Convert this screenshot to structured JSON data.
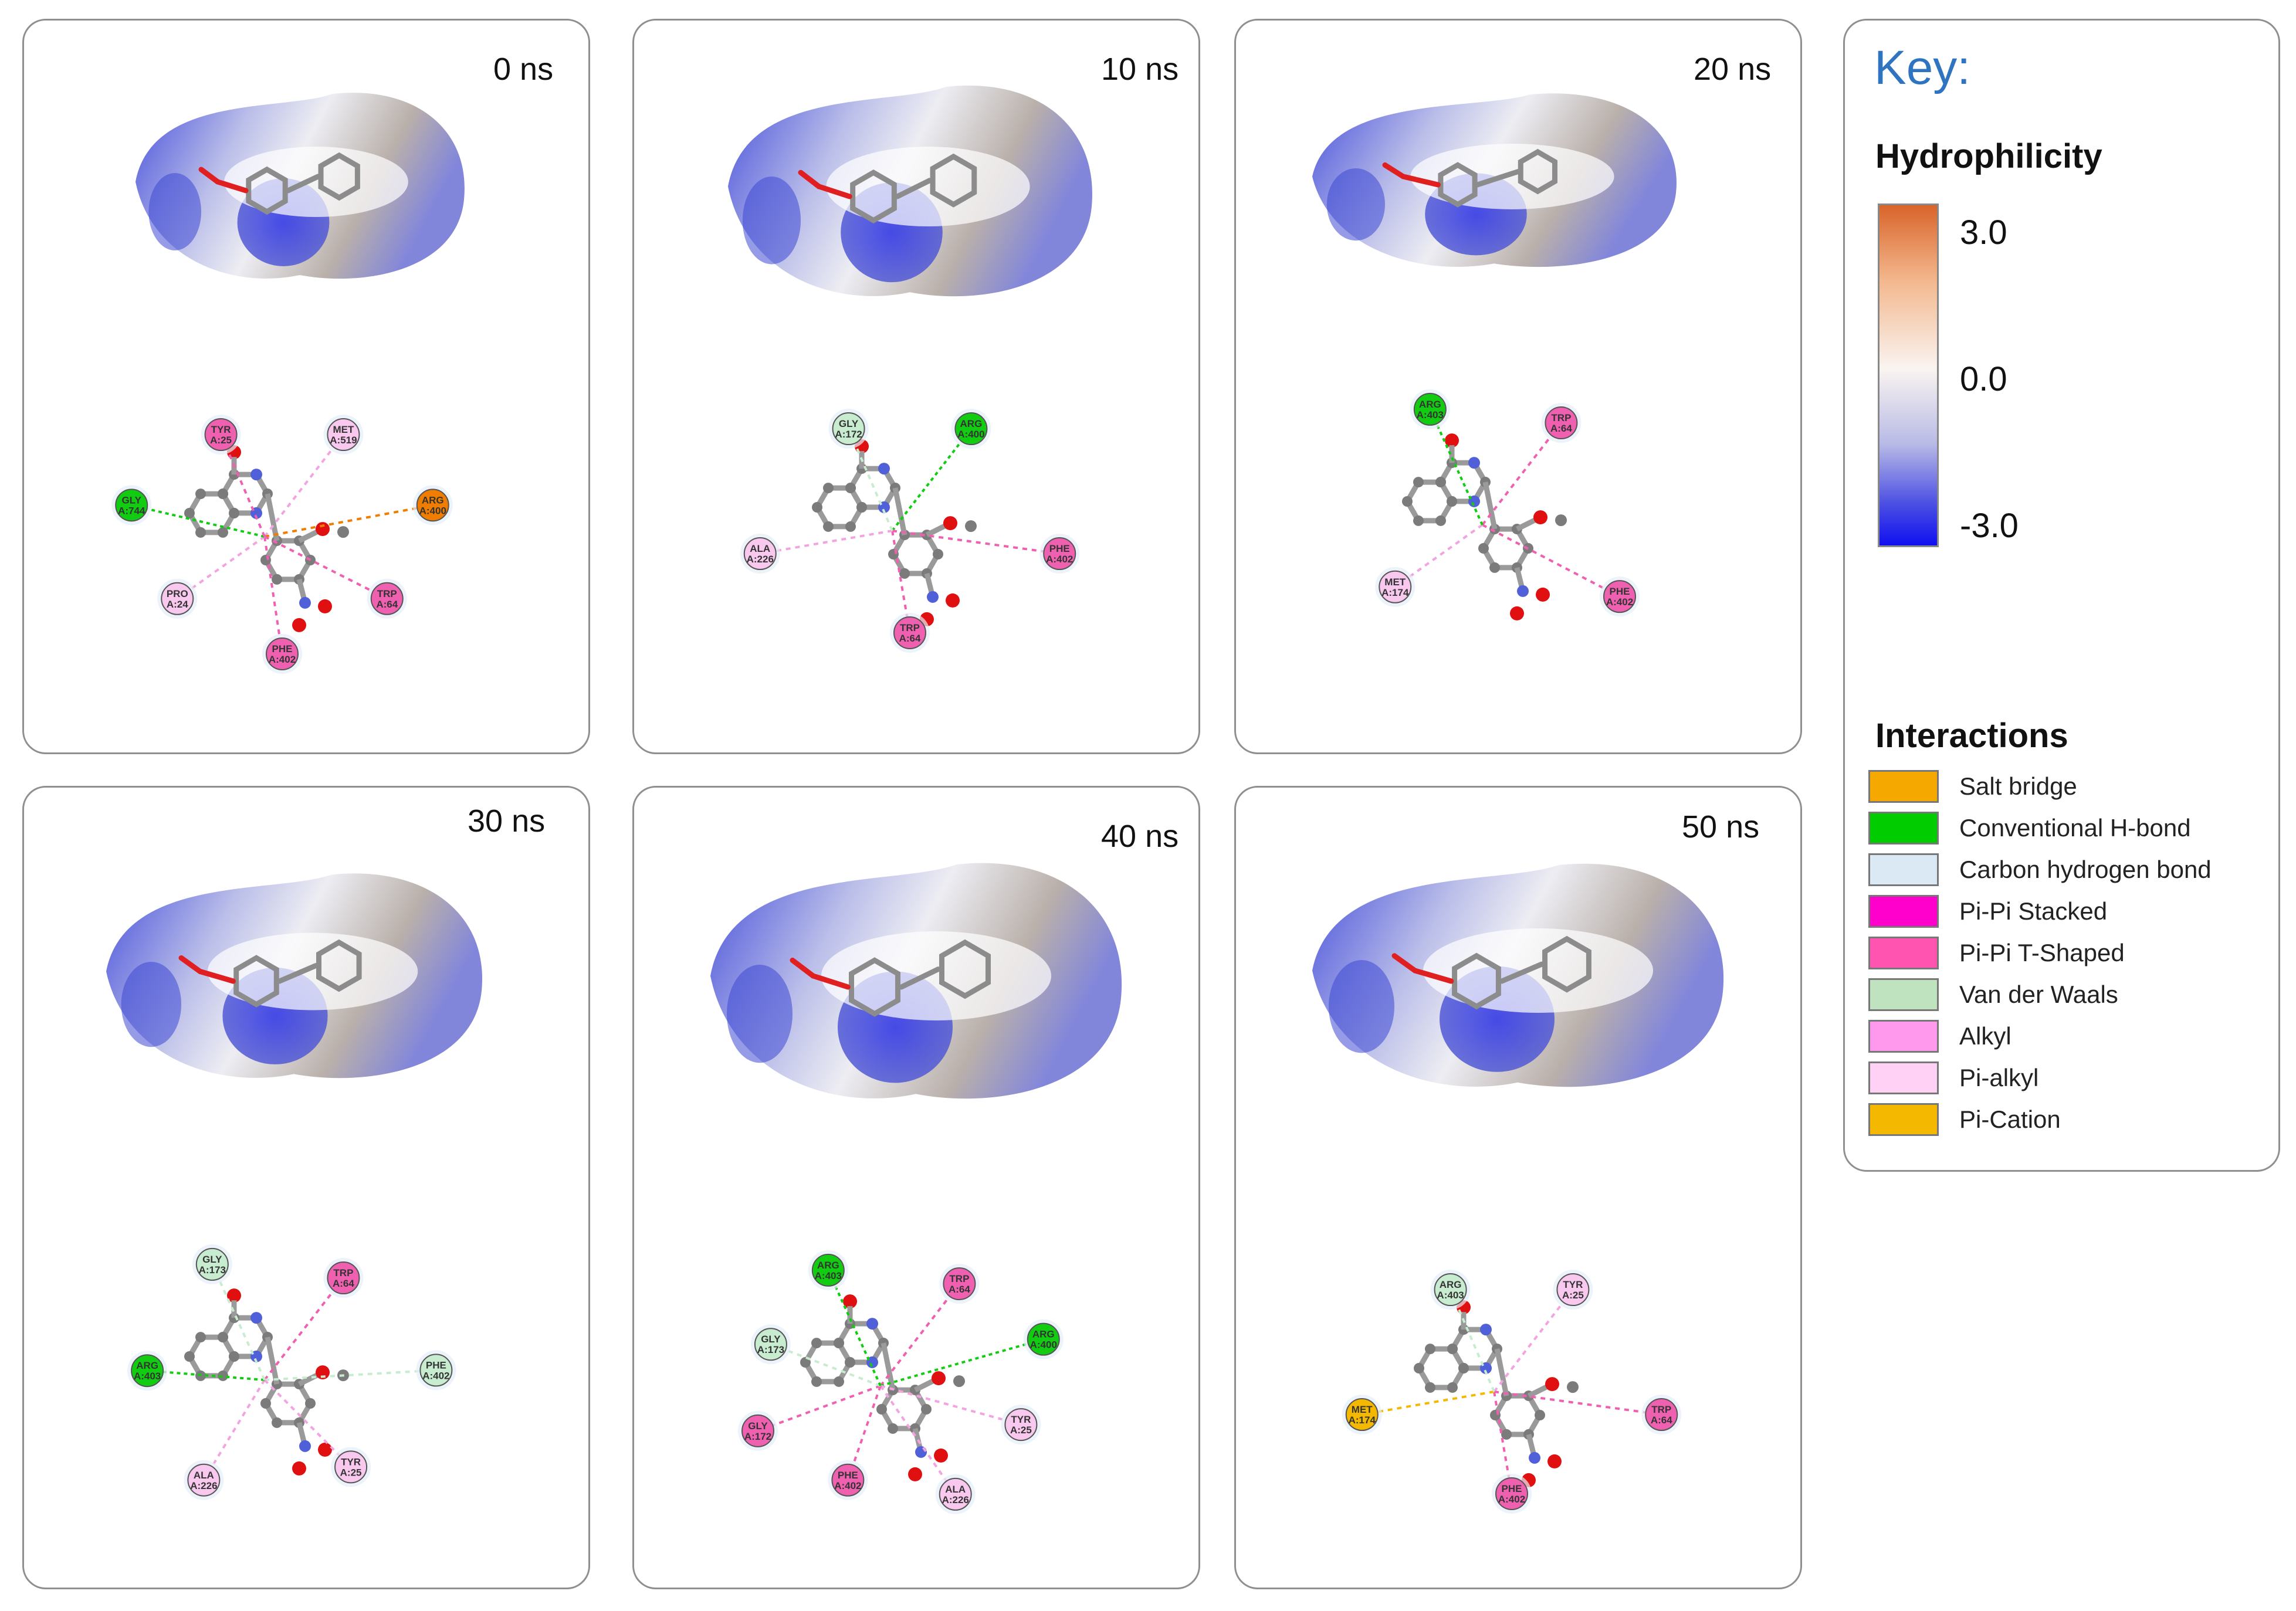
{
  "panels": [
    {
      "id": "p0",
      "time": "0 ns",
      "residues": [
        {
          "n": "MET",
          "c": "A:519",
          "t": "pialkyl"
        },
        {
          "n": "ARG",
          "c": "A:400",
          "t": "salt"
        },
        {
          "n": "TRP",
          "c": "A:64",
          "t": "tshape"
        },
        {
          "n": "PHE",
          "c": "A:402",
          "t": "tshape"
        },
        {
          "n": "PRO",
          "c": "A:24",
          "t": "pialkyl"
        },
        {
          "n": "GLY",
          "c": "A:744",
          "t": "hbond"
        },
        {
          "n": "TYR",
          "c": "A:25",
          "t": "tshape"
        }
      ]
    },
    {
      "id": "p10",
      "time": "10 ns",
      "residues": [
        {
          "n": "ARG",
          "c": "A:400",
          "t": "hbond"
        },
        {
          "n": "PHE",
          "c": "A:402",
          "t": "tshape"
        },
        {
          "n": "TRP",
          "c": "A:64",
          "t": "tshape"
        },
        {
          "n": "ALA",
          "c": "A:226",
          "t": "pialkyl"
        },
        {
          "n": "GLY",
          "c": "A:172",
          "t": "vdw"
        }
      ]
    },
    {
      "id": "p20",
      "time": "20 ns",
      "residues": [
        {
          "n": "TRP",
          "c": "A:64",
          "t": "tshape"
        },
        {
          "n": "PHE",
          "c": "A:402",
          "t": "tshape"
        },
        {
          "n": "MET",
          "c": "A:174",
          "t": "pialkyl"
        },
        {
          "n": "ARG",
          "c": "A:403",
          "t": "hbond"
        }
      ]
    },
    {
      "id": "p30",
      "time": "30 ns",
      "residues": [
        {
          "n": "TRP",
          "c": "A:64",
          "t": "tshape"
        },
        {
          "n": "PHE",
          "c": "A:402",
          "t": "vdw"
        },
        {
          "n": "TYR",
          "c": "A:25",
          "t": "pialkyl"
        },
        {
          "n": "ALA",
          "c": "A:226",
          "t": "pialkyl"
        },
        {
          "n": "ARG",
          "c": "A:403",
          "t": "hbond"
        },
        {
          "n": "GLY",
          "c": "A:173",
          "t": "vdw"
        }
      ]
    },
    {
      "id": "p40",
      "time": "40 ns",
      "residues": [
        {
          "n": "TRP",
          "c": "A:64",
          "t": "tshape"
        },
        {
          "n": "ARG",
          "c": "A:400",
          "t": "hbond"
        },
        {
          "n": "TYR",
          "c": "A:25",
          "t": "pialkyl"
        },
        {
          "n": "ALA",
          "c": "A:226",
          "t": "pialkyl"
        },
        {
          "n": "PHE",
          "c": "A:402",
          "t": "tshape"
        },
        {
          "n": "GLY",
          "c": "A:172",
          "t": "tshape"
        },
        {
          "n": "GLY",
          "c": "A:173",
          "t": "vdw"
        },
        {
          "n": "ARG",
          "c": "A:403",
          "t": "hbond"
        }
      ]
    },
    {
      "id": "p50",
      "time": "50 ns",
      "residues": [
        {
          "n": "TYR",
          "c": "A:25",
          "t": "pialkyl"
        },
        {
          "n": "TRP",
          "c": "A:64",
          "t": "tshape"
        },
        {
          "n": "PHE",
          "c": "A:402",
          "t": "tshape"
        },
        {
          "n": "MET",
          "c": "A:174",
          "t": "cation"
        },
        {
          "n": "ARG",
          "c": "A:403",
          "t": "vdw"
        }
      ]
    }
  ],
  "key": {
    "title": "Key:",
    "hydrophilicity_title": "Hydrophilicity",
    "scale": [
      "3.0",
      "0.0",
      "-3.0"
    ],
    "interactions_title": "Interactions",
    "legend": [
      {
        "label": "Salt bridge",
        "color": "#f5a800"
      },
      {
        "label": "Conventional H-bond",
        "color": "#00cc00"
      },
      {
        "label": "Carbon hydrogen bond",
        "color": "#dbe9f5"
      },
      {
        "label": "Pi-Pi Stacked",
        "color": "#ff00cc"
      },
      {
        "label": "Pi-Pi T-Shaped",
        "color": "#ff55b0"
      },
      {
        "label": "Van der Waals",
        "color": "#bfe3bf"
      },
      {
        "label": "Alkyl",
        "color": "#ff99ee"
      },
      {
        "label": "Pi-alkyl",
        "color": "#ffd2f5"
      },
      {
        "label": "Pi-Cation",
        "color": "#f5b800"
      }
    ]
  },
  "colors": {
    "salt": "#f07d00",
    "hbond": "#11cc11",
    "tshape": "#f060b0",
    "pialkyl": "#f8c8ee",
    "vdw": "#c8ecd0",
    "cation": "#f5b800"
  }
}
